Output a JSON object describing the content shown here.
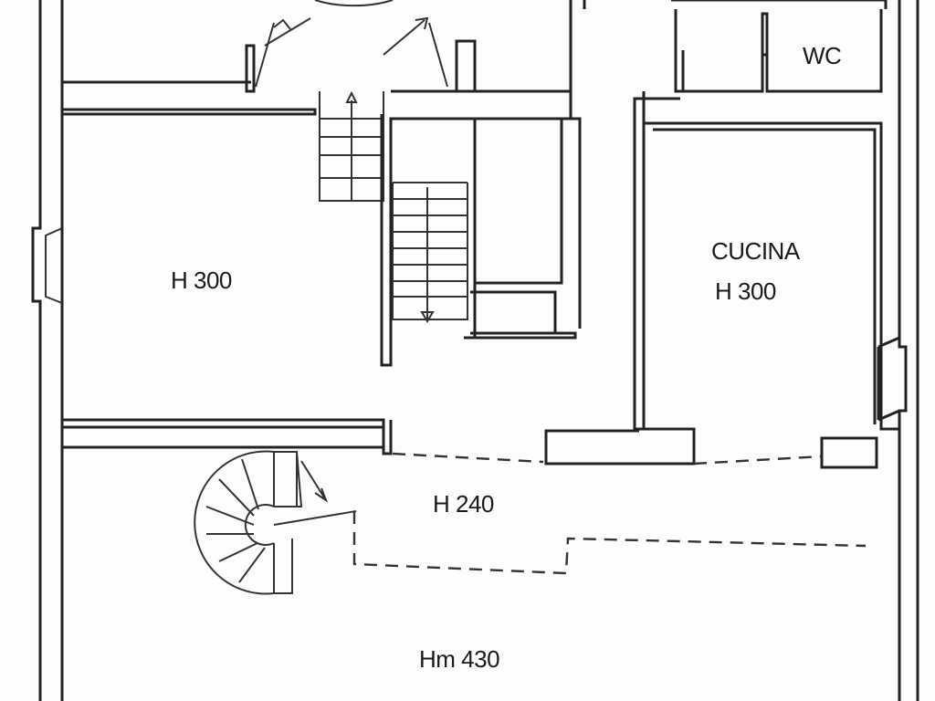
{
  "rooms": {
    "room_left": {
      "height": "H 300"
    },
    "kitchen": {
      "name": "CUCINA",
      "height": "H 300"
    },
    "wc": {
      "name": "WC"
    },
    "mezzanine": {
      "height": "H 240"
    },
    "main_hall": {
      "height": "Hm 430"
    }
  }
}
